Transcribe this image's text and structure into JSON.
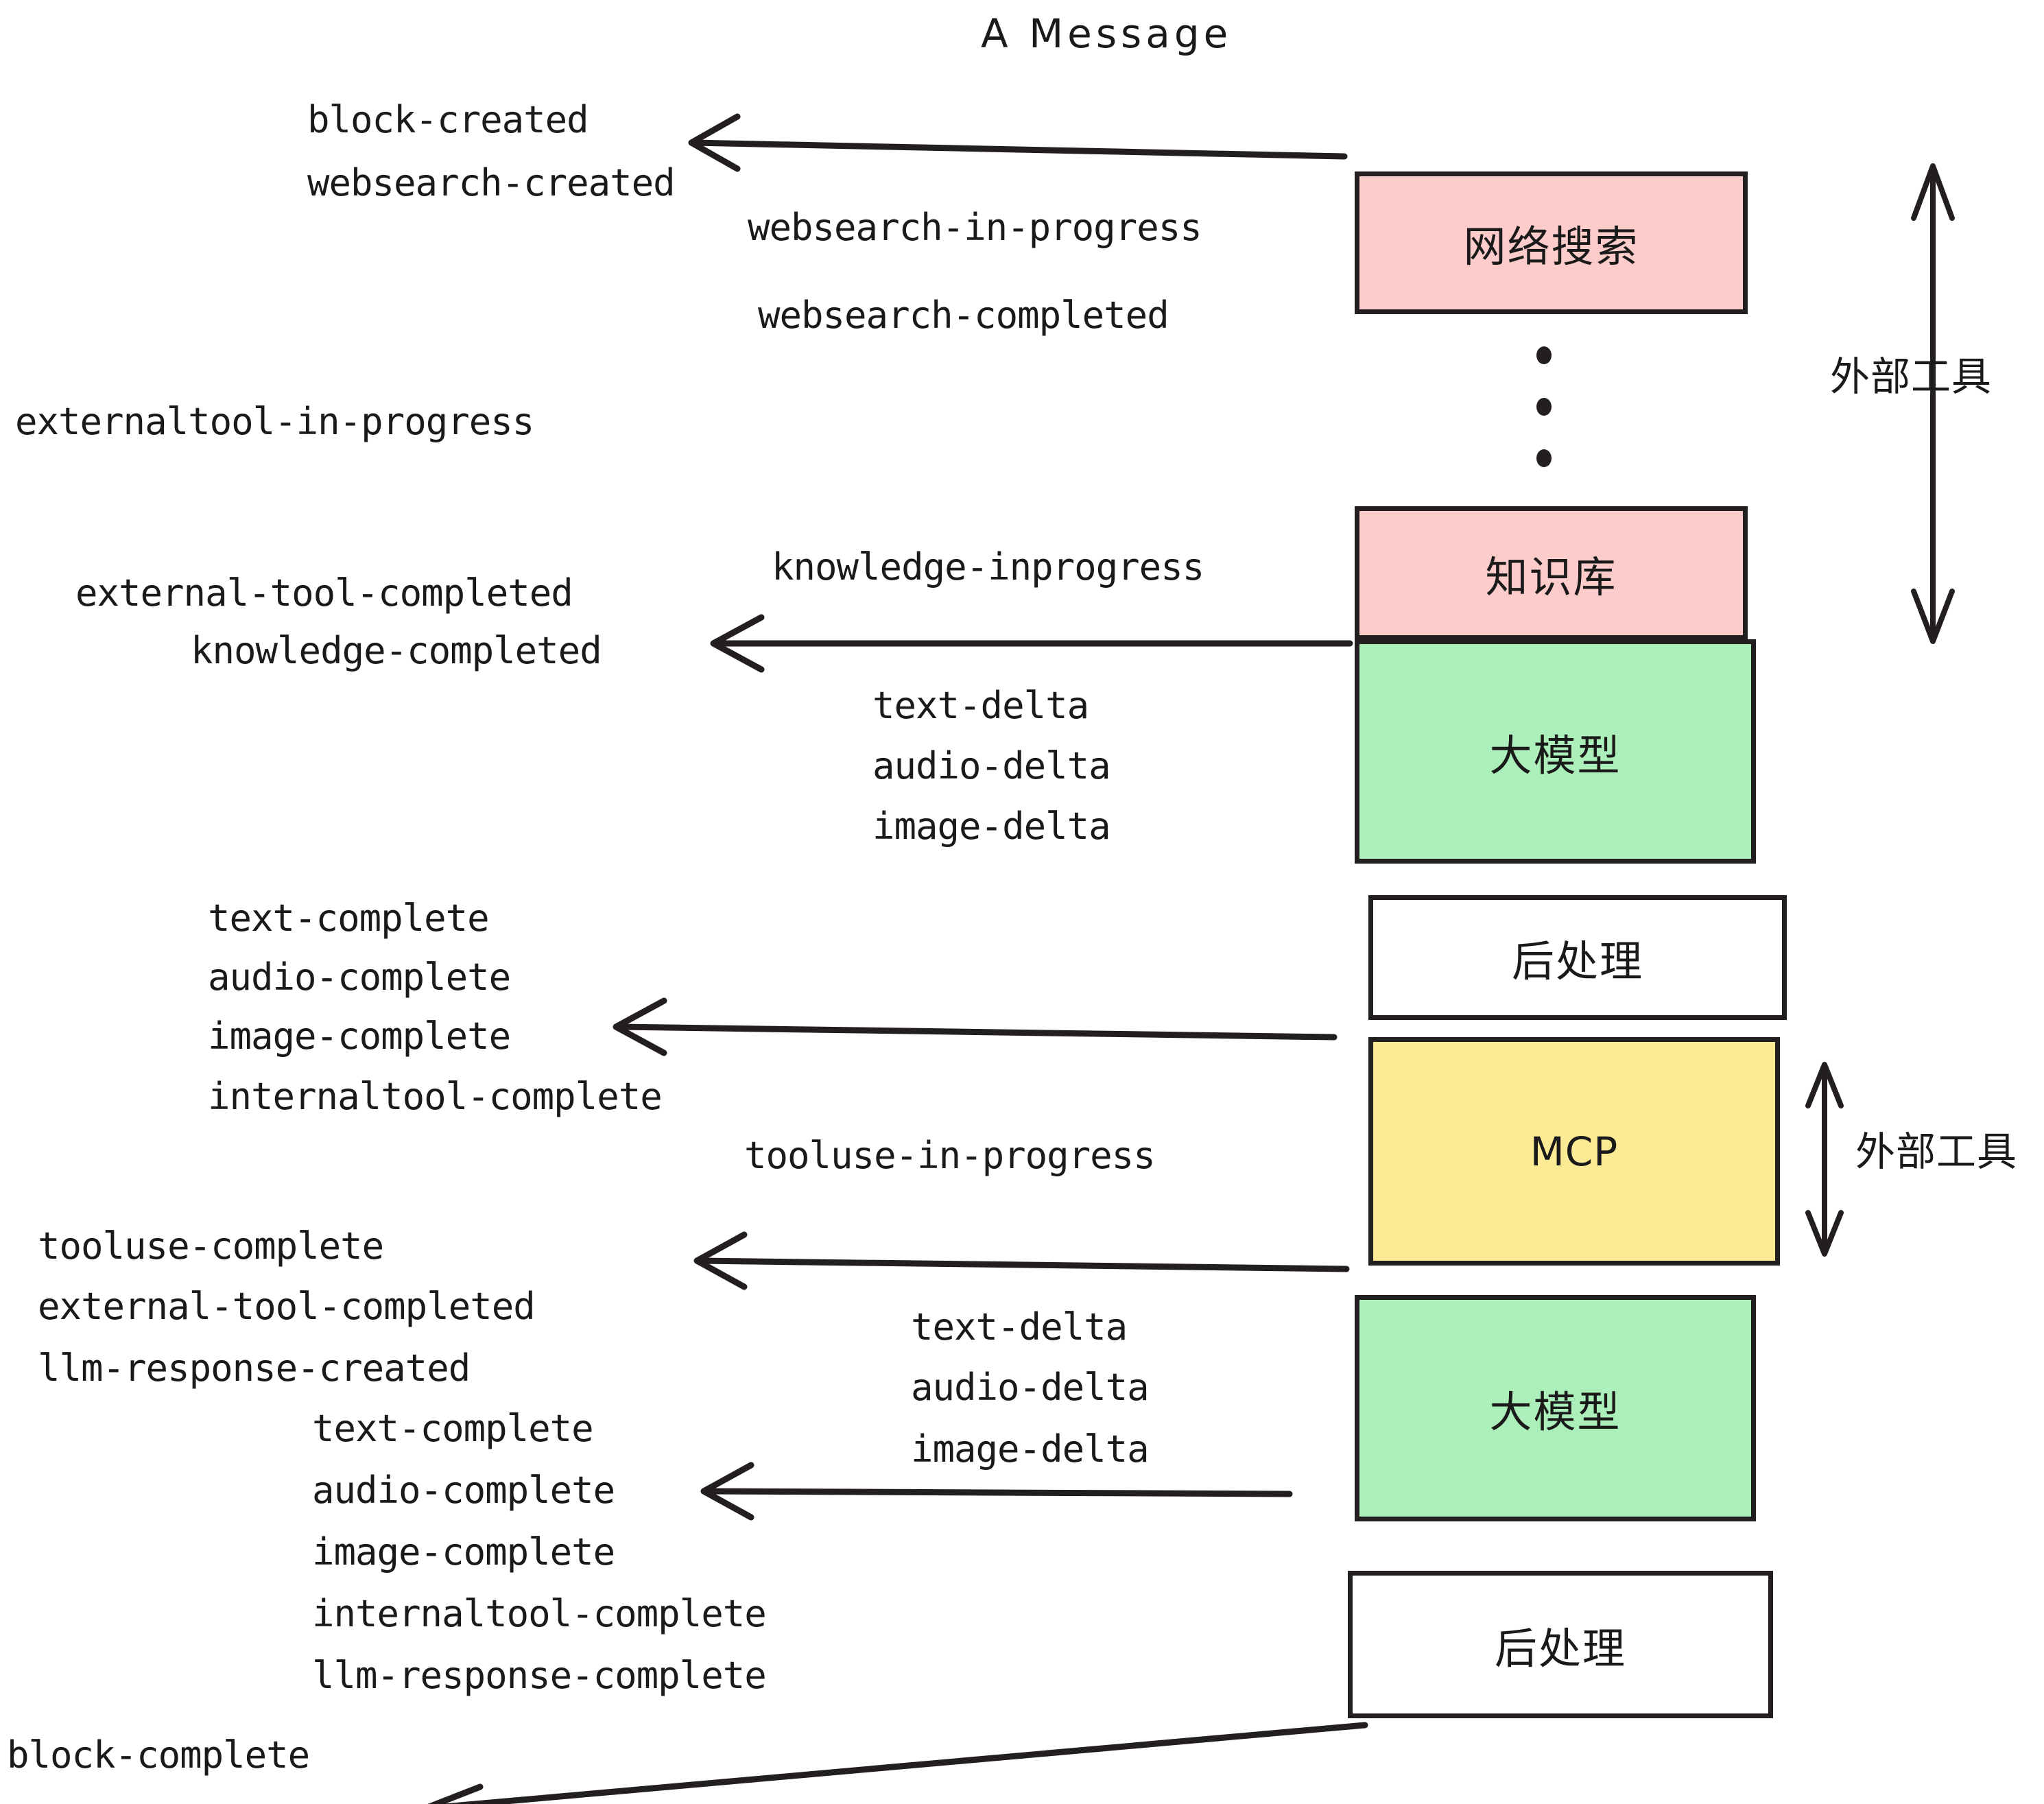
{
  "title": "A Message",
  "colors": {
    "pink": "#FCCCCB",
    "green": "#ADEFBA",
    "yellow": "#FCEB94",
    "white": "#FFFFFF",
    "stroke": "#231f20",
    "text": "#1a1a1a"
  },
  "boxes": [
    {
      "id": "websearch",
      "label": "网络搜索",
      "fill": "#FCCCCB"
    },
    {
      "id": "knowledge",
      "label": "知识库",
      "fill": "#FCCCCB"
    },
    {
      "id": "llm-top",
      "label": "大模型",
      "fill": "#ADEFBA"
    },
    {
      "id": "postprocess-top",
      "label": "后处理",
      "fill": "#FFFFFF"
    },
    {
      "id": "mcp",
      "label": "MCP",
      "fill": "#FCEB94"
    },
    {
      "id": "llm-bottom",
      "label": "大模型",
      "fill": "#ADEFBA"
    },
    {
      "id": "postprocess-bottom",
      "label": "后处理",
      "fill": "#FFFFFF"
    }
  ],
  "side_labels": [
    {
      "id": "external-tool-top",
      "label": "外部工具"
    },
    {
      "id": "external-tool-bottom",
      "label": "外部工具"
    }
  ],
  "events": [
    {
      "id": "e01",
      "text": "block-created"
    },
    {
      "id": "e02",
      "text": "websearch-created"
    },
    {
      "id": "e03",
      "text": "websearch-in-progress"
    },
    {
      "id": "e04",
      "text": "websearch-completed"
    },
    {
      "id": "e05",
      "text": "externaltool-in-progress"
    },
    {
      "id": "e06",
      "text": "knowledge-inprogress"
    },
    {
      "id": "e07",
      "text": "external-tool-completed"
    },
    {
      "id": "e08",
      "text": "knowledge-completed"
    },
    {
      "id": "e09",
      "text": "text-delta"
    },
    {
      "id": "e10",
      "text": "audio-delta"
    },
    {
      "id": "e11",
      "text": "image-delta"
    },
    {
      "id": "e12",
      "text": "text-complete"
    },
    {
      "id": "e13",
      "text": "audio-complete"
    },
    {
      "id": "e14",
      "text": "image-complete"
    },
    {
      "id": "e15",
      "text": "internaltool-complete"
    },
    {
      "id": "e16",
      "text": "tooluse-in-progress"
    },
    {
      "id": "e17",
      "text": "tooluse-complete"
    },
    {
      "id": "e18",
      "text": "external-tool-completed"
    },
    {
      "id": "e19",
      "text": "llm-response-created"
    },
    {
      "id": "e20",
      "text": "text-complete"
    },
    {
      "id": "e21",
      "text": "audio-complete"
    },
    {
      "id": "e22",
      "text": "image-complete"
    },
    {
      "id": "e23",
      "text": "internaltool-complete"
    },
    {
      "id": "e24",
      "text": "llm-response-complete"
    },
    {
      "id": "e25",
      "text": "text-delta"
    },
    {
      "id": "e26",
      "text": "audio-delta"
    },
    {
      "id": "e27",
      "text": "image-delta"
    },
    {
      "id": "e28",
      "text": "block-complete"
    }
  ]
}
